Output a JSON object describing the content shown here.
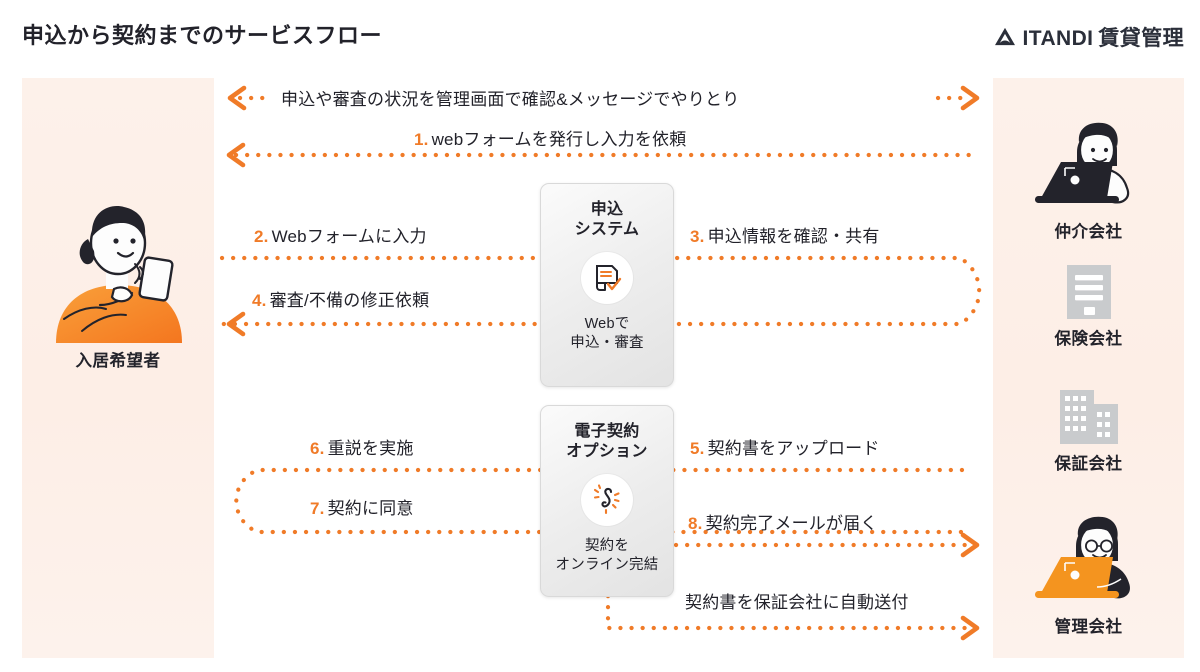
{
  "header": {
    "title": "申込から契約までのサービスフロー",
    "logo_brand": "ITANDI",
    "logo_suffix": "賃貸管理",
    "logo_mark": "triangle-mountain-logo-icon"
  },
  "actors": {
    "left": [
      {
        "id": "tenant",
        "label": "入居希望者",
        "icon": "woman-with-smartphone-illustration"
      }
    ],
    "right": [
      {
        "id": "broker",
        "label": "仲介会社",
        "icon": "person-at-laptop-illustration"
      },
      {
        "id": "insurance",
        "label": "保険会社",
        "icon": "office-building-icon"
      },
      {
        "id": "guarantee",
        "label": "保証会社",
        "icon": "twin-office-building-icon"
      },
      {
        "id": "manager",
        "label": "管理会社",
        "icon": "person-at-orange-laptop-illustration"
      }
    ]
  },
  "cards": [
    {
      "id": "apply-system",
      "title_line1": "申込",
      "title_line2": "システム",
      "sub_line1": "Webで",
      "sub_line2": "申込・審査",
      "icon": "document-check-icon"
    },
    {
      "id": "econtract-option",
      "title_line1": "電子契約",
      "title_line2": "オプション",
      "sub_line1": "契約を",
      "sub_line2": "オンライン完結",
      "icon": "signature-sparkle-icon"
    }
  ],
  "flows": [
    {
      "id": "status-exchange",
      "num": "",
      "text": "申込や審査の状況を管理画面で確認&メッセージでやりとり"
    },
    {
      "id": "step1",
      "num": "1.",
      "text": "webフォームを発行し入力を依頼"
    },
    {
      "id": "step2",
      "num": "2.",
      "text": "Webフォームに入力"
    },
    {
      "id": "step3",
      "num": "3.",
      "text": "申込情報を確認・共有"
    },
    {
      "id": "step4",
      "num": "4.",
      "text": "審査/不備の修正依頼"
    },
    {
      "id": "step5",
      "num": "5.",
      "text": "契約書をアップロード"
    },
    {
      "id": "step6",
      "num": "6.",
      "text": "重説を実施"
    },
    {
      "id": "step7",
      "num": "7.",
      "text": "契約に同意"
    },
    {
      "id": "step8",
      "num": "8.",
      "text": "契約完了メールが届く"
    },
    {
      "id": "auto-send",
      "num": "",
      "text": "契約書を保証会社に自動送付"
    }
  ],
  "colors": {
    "accent": "#f07b28",
    "panel_bg": "#fdf1ea",
    "text": "#22222a",
    "card_bg": "#ededed",
    "building_gray": "#c9cbcd"
  }
}
